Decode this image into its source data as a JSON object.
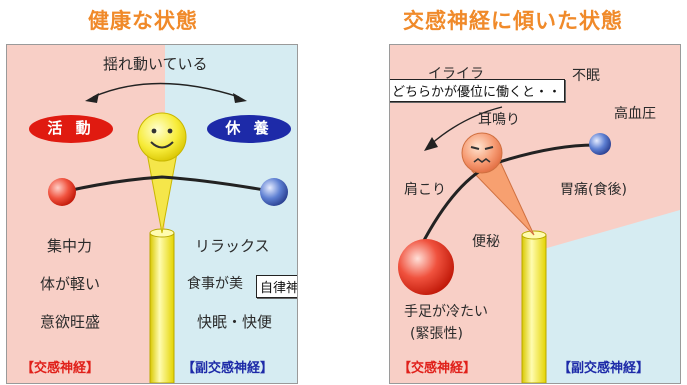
{
  "left": {
    "title": "健康な状態",
    "swaying": "揺れ動いている",
    "active_label": "活 動",
    "rest_label": "休 養",
    "left_items": [
      "集中力",
      "体が軽い",
      "意欲旺盛"
    ],
    "right_items": [
      "リラックス",
      "食事が美",
      "快眠・快便"
    ],
    "sympathetic": "【交感神経】",
    "parasympathetic": "【副交感神経】",
    "tooltip": "自律神経"
  },
  "right": {
    "title": "交感神経に傾いた状態",
    "tooltip": "どちらかが優位に働くと・・",
    "irritation": "イライラ",
    "insomnia": "不眠",
    "tinnitus": "耳鳴り",
    "hypertension": "高血圧",
    "stiff_shoulders": "肩こり",
    "stomach_pain": "胃痛(食後)",
    "constipation": "便秘",
    "cold_limbs": "手足が冷たい",
    "tension": "(緊張性)",
    "sympathetic": "【交感神経】",
    "parasympathetic": "【副交感神経】"
  },
  "colors": {
    "title_orange": "#f08a2a",
    "pink_bg": "#f8cfc6",
    "blue_bg": "#d6ecf2",
    "red_accent": "#e0201a",
    "navy_accent": "#1d2aa8"
  }
}
